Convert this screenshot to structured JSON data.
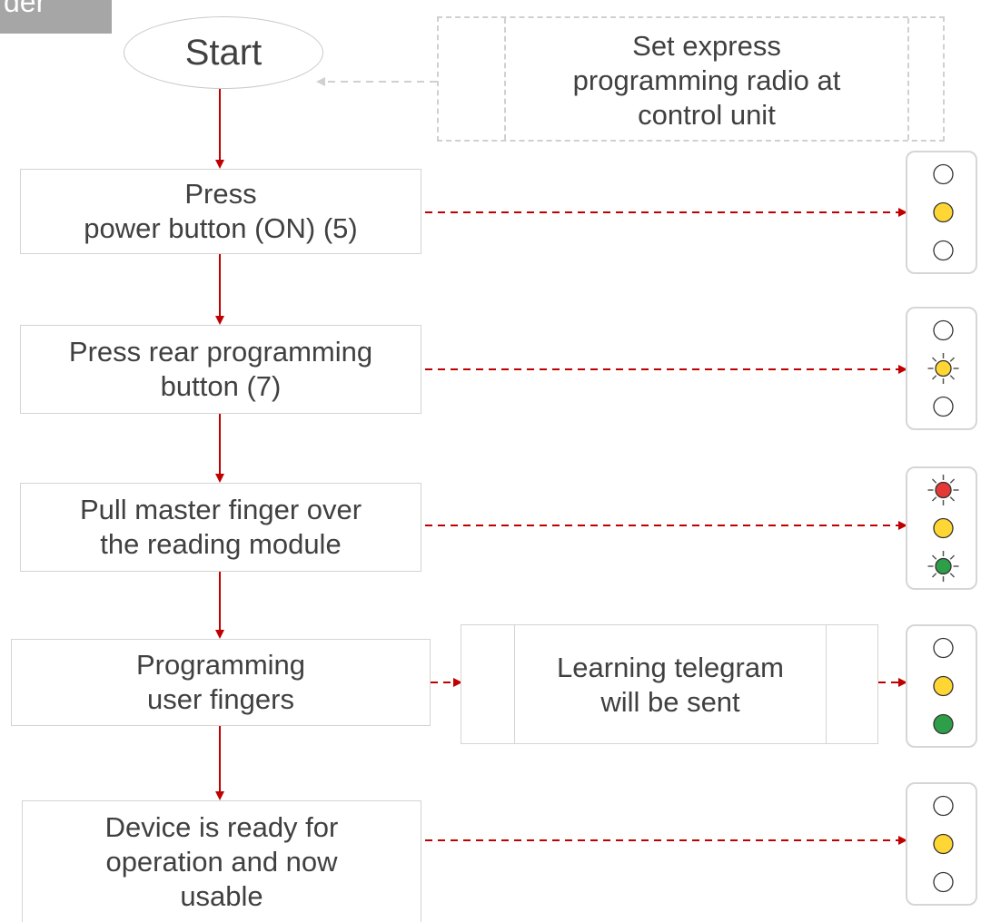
{
  "header_tag": "der",
  "start_label": "Start",
  "express_box": [
    "Set express",
    "programming radio at",
    "control unit"
  ],
  "steps": [
    [
      "Press",
      "power button (ON) (5)"
    ],
    [
      "Press rear programming",
      "button (7)"
    ],
    [
      "Pull master finger over",
      "the reading module"
    ],
    [
      "Programming",
      "user fingers"
    ],
    [
      "Device is ready for",
      "operation and now",
      "usable"
    ]
  ],
  "learning_box": [
    "Learning telegram",
    "will be sent"
  ],
  "signal_lights": [
    {
      "top": "off",
      "middle": "on",
      "bottom": "off"
    },
    {
      "top": "off",
      "middle": "flashing",
      "bottom": "off"
    },
    {
      "top": "flashing",
      "middle": "on",
      "bottom": "flashing"
    },
    {
      "top": "off",
      "middle": "on",
      "bottom": "on"
    },
    {
      "top": "off",
      "middle": "on",
      "bottom": "off"
    }
  ],
  "colors": {
    "arrow": "#c00000",
    "red_light": "#e53935",
    "yellow_light": "#ffd633",
    "green_light": "#2e9e48"
  }
}
